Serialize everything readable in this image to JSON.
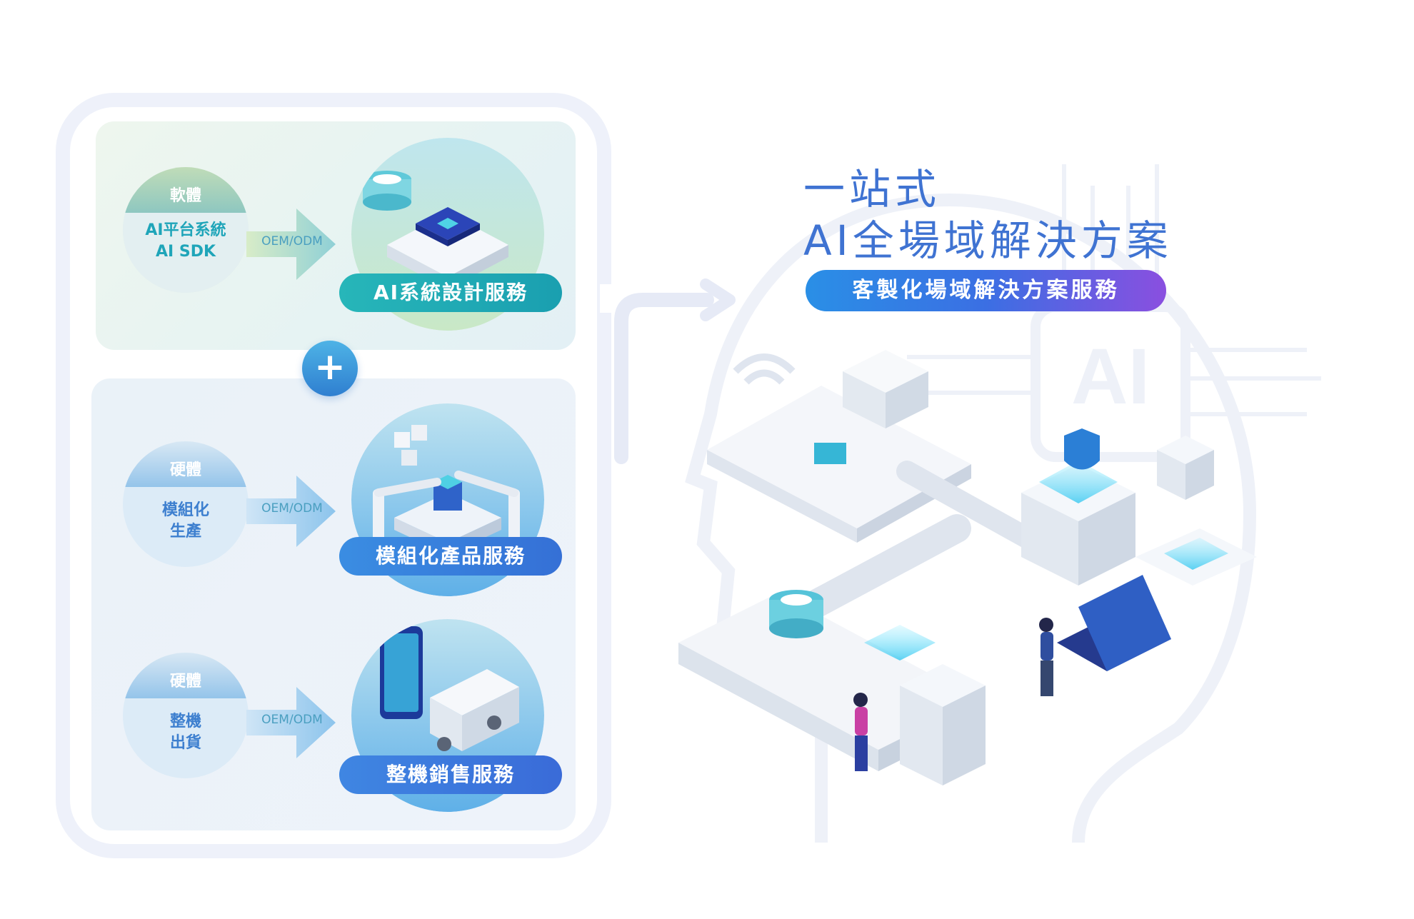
{
  "flow": {
    "software": {
      "top_label": "軟體",
      "line1": "AI平台系統",
      "line2": "AI SDK",
      "arrow_label": "OEM/ODM",
      "service": "AI系統設計服務"
    },
    "plus_symbol": "+",
    "hardware_module": {
      "top_label": "硬體",
      "line1": "模組化",
      "line2": "生產",
      "arrow_label": "OEM/ODM",
      "service": "模組化產品服務"
    },
    "hardware_machine": {
      "top_label": "硬體",
      "line1": "整機",
      "line2": "出貨",
      "arrow_label": "OEM/ODM",
      "service": "整機銷售服務"
    }
  },
  "headline": {
    "line1": "一站式",
    "line2": "AI全場域解決方案",
    "subtitle": "客製化場域解決方案服務"
  },
  "decor": {
    "chip_text": "AI"
  },
  "colors": {
    "title_blue": "#3f73d2",
    "teal_pill": "#1fb3b8",
    "blue_pill": "#3a7fdf",
    "subtitle_gradient_start": "#2a8fe6",
    "subtitle_gradient_end": "#8a4fe0"
  }
}
